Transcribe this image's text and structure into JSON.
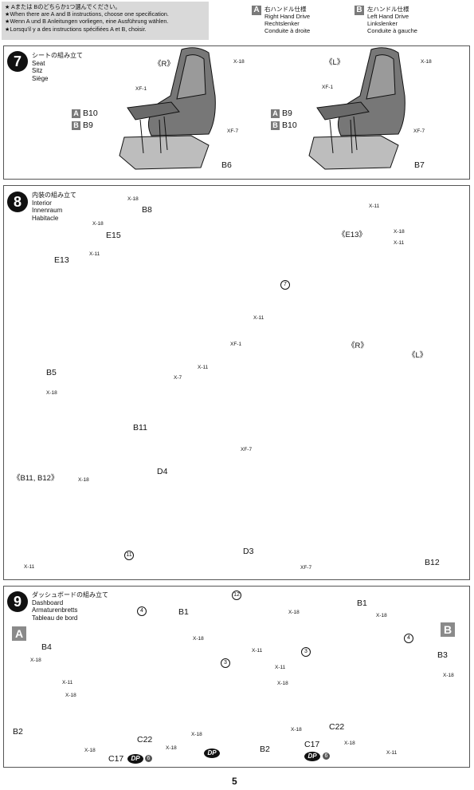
{
  "header": {
    "note_lines": [
      "★ Aまたは Bのどちらか1つ選んでください。",
      "★When there are A and B instructions, choose one specification.",
      "★Wenn A und B Anleitungen vorliegen, eine Ausführung wählen.",
      "★Lorsqu'il y a des instructions spécifiées A et B, choisir."
    ],
    "spec_a": {
      "badge": "A",
      "lines": [
        "右ハンドル仕様",
        "Right Hand Drive",
        "Rechtslenker",
        "Conduite à droite"
      ]
    },
    "spec_b": {
      "badge": "B",
      "lines": [
        "左ハンドル仕様",
        "Left Hand Drive",
        "Linkslenker",
        "Conduite à gauche"
      ]
    }
  },
  "step7": {
    "number": "7",
    "title": [
      "シートの組み立て",
      "Seat",
      "Sitz",
      "Siège"
    ],
    "left": {
      "label": "《R》",
      "a_part": "B10",
      "b_part": "B9",
      "base": "B6",
      "xf1": "XF-1",
      "xf7": "XF-7",
      "x18": "X-18"
    },
    "right": {
      "label": "《L》",
      "a_part": "B9",
      "b_part": "B10",
      "base": "B7",
      "xf1": "XF-1",
      "xf7": "XF-7",
      "x18": "X-18"
    }
  },
  "step8": {
    "number": "8",
    "title": [
      "内装の組み立て",
      "Interior",
      "Innenraum",
      "Habitacle"
    ],
    "inset_e13": "《E13》",
    "inset_b11_b12": "《B11, B12》",
    "seat_r": "《R》",
    "seat_l": "《L》",
    "parts": {
      "b8": "B8",
      "e15": "E15",
      "e13": "E13",
      "b5": "B5",
      "b11": "B11",
      "d4": "D4",
      "d3": "D3",
      "b12": "B12"
    },
    "colors": {
      "x18": "X-18",
      "x11": "X-11",
      "x7": "X-7",
      "xf1": "XF-1",
      "xf7": "XF-7"
    },
    "refs": {
      "seat_step": "7",
      "knob_step": "11"
    }
  },
  "step9": {
    "number": "9",
    "title": [
      "ダッシュボードの組み立て",
      "Dashboard",
      "Armaturenbretts",
      "Tableau de bord"
    ],
    "badge_a": "A",
    "badge_b": "B",
    "parts": {
      "b1": "B1",
      "b4": "B4",
      "b2": "B2",
      "c17": "C17",
      "c22": "C22",
      "b3": "B3"
    },
    "colors": {
      "x18": "X-18",
      "x11": "X-11"
    },
    "refs": {
      "wheel_step": "12",
      "step4": "4",
      "step3": "3"
    },
    "dp": "DP",
    "dp_num": "6"
  },
  "footer": {
    "page": "5"
  }
}
